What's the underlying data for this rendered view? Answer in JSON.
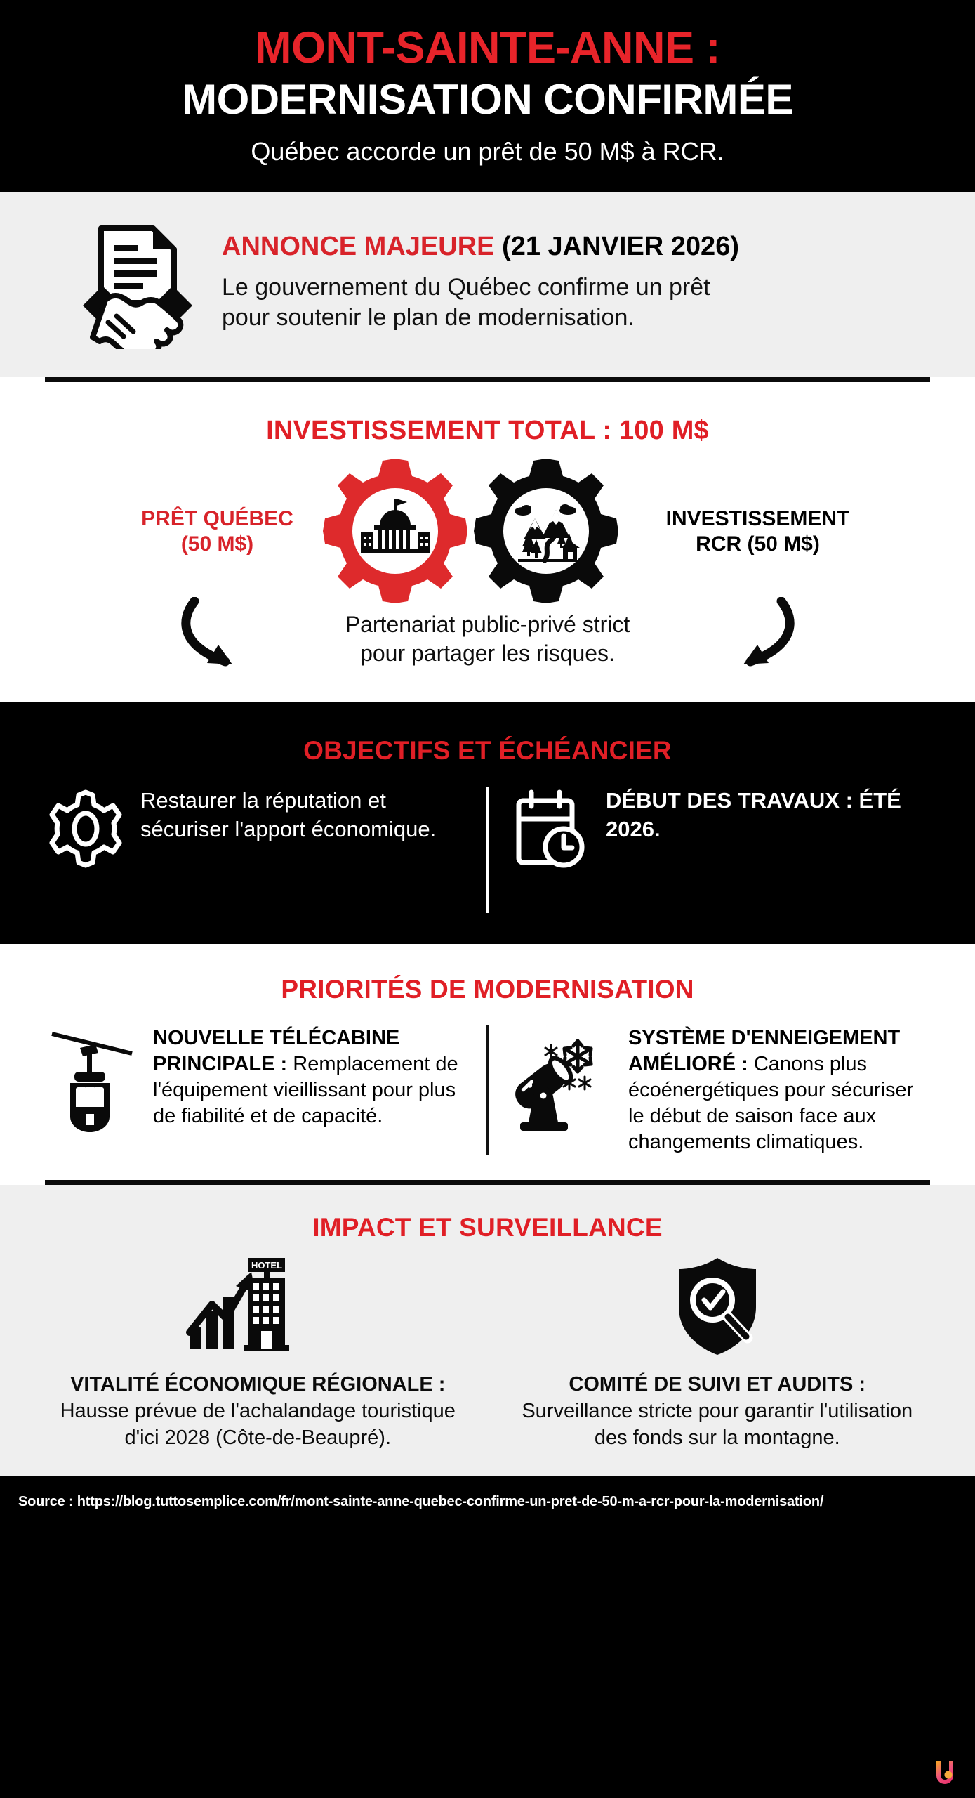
{
  "header": {
    "title_line1": "MONT-SAINTE-ANNE :",
    "title_line2": "MODERNISATION CONFIRMÉE",
    "subtitle": "Québec accorde un prêt de 50 M$ à RCR."
  },
  "announce": {
    "icon": "handshake-document-icon",
    "heading_highlight": "ANNONCE MAJEURE",
    "heading_rest": " (21 JANVIER 2026)",
    "body_line1": "Le gouvernement du Québec confirme un prêt",
    "body_line2": "pour soutenir le plan de modernisation."
  },
  "investment": {
    "title": "INVESTISSEMENT TOTAL : 100 M$",
    "left_label_line1": "PRÊT QUÉBEC",
    "left_label_line2": "(50 M$)",
    "right_label_line1": "INVESTISSEMENT",
    "right_label_line2": "RCR (50 M$)",
    "left_icon": "government-building-gear-icon",
    "right_icon": "mountain-resort-gear-icon",
    "partnership_line1": "Partenariat public-privé strict",
    "partnership_line2": "pour partager les risques."
  },
  "objectives": {
    "title": "OBJECTIFS ET ÉCHÉANCIER",
    "items": [
      {
        "icon": "gear-outline-icon",
        "bold": false,
        "text": "Restaurer la réputation et sécuriser l'apport économique."
      },
      {
        "icon": "calendar-clock-icon",
        "bold": true,
        "text": "DÉBUT DES TRAVAUX : ÉTÉ 2026."
      }
    ]
  },
  "priorities": {
    "title": "PRIORITÉS DE MODERNISATION",
    "items": [
      {
        "icon": "gondola-icon",
        "bold_part": "NOUVELLE TÉLÉCABINE PRINCIPALE :",
        "rest": " Remplacement de l'équipement vieillissant pour plus de fiabilité et de capacité."
      },
      {
        "icon": "snow-cannon-icon",
        "bold_part": "SYSTÈME D'ENNEIGEMENT AMÉLIORÉ :",
        "rest": " Canons plus écoénergétiques pour sécuriser le début de saison face aux changements climatiques."
      }
    ]
  },
  "impact": {
    "title": "IMPACT ET SURVEILLANCE",
    "items": [
      {
        "icon": "growth-chart-hotel-icon",
        "bold_part": "VITALITÉ ÉCONOMIQUE RÉGIONALE :",
        "rest": " Hausse prévue de l'achalandage touristique d'ici 2028 (Côte-de-Beaupré)."
      },
      {
        "icon": "shield-audit-icon",
        "bold_part": "COMITÉ DE SUIVI ET AUDITS :",
        "rest": " Surveillance stricte pour garantir l'utilisation des fonds sur la montagne."
      }
    ]
  },
  "footer": {
    "source": "Source : https://blog.tuttosemplice.com/fr/mont-sainte-anne-quebec-confirme-un-pret-de-50-m-a-rcr-pour-la-modernisation/",
    "brand_icon": "u-brand-logo"
  },
  "colors": {
    "accent_red": "#E01F26",
    "header_red": "#E8242A",
    "black": "#000000",
    "light_grey": "#EFEFEF",
    "white": "#FFFFFF"
  }
}
